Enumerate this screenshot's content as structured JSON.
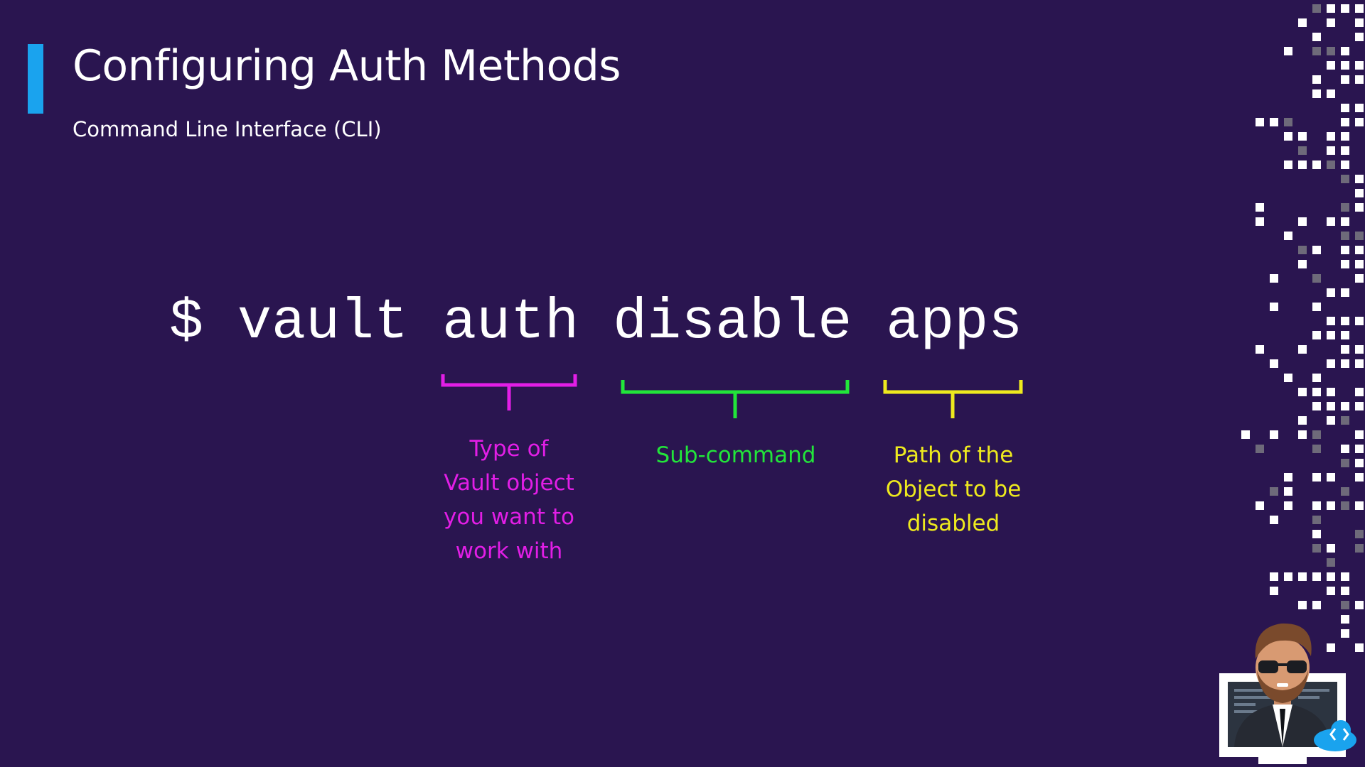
{
  "slide": {
    "title": "Configuring Auth Methods",
    "subtitle": "Command Line Interface (CLI)"
  },
  "command": {
    "prompt": "$",
    "program": "vault",
    "object_type": "auth",
    "subcommand": "disable",
    "path": "apps"
  },
  "annotations": {
    "object_type": "Type of\nVault object\nyou want to\nwork with",
    "subcommand": "Sub-command",
    "path": "Path of the\nObject to be\ndisabled"
  },
  "colors": {
    "background": "#2a1550",
    "accent": "#1aa3ee",
    "object_type": "#e21ee6",
    "subcommand": "#22e53a",
    "path": "#eeea1e"
  }
}
